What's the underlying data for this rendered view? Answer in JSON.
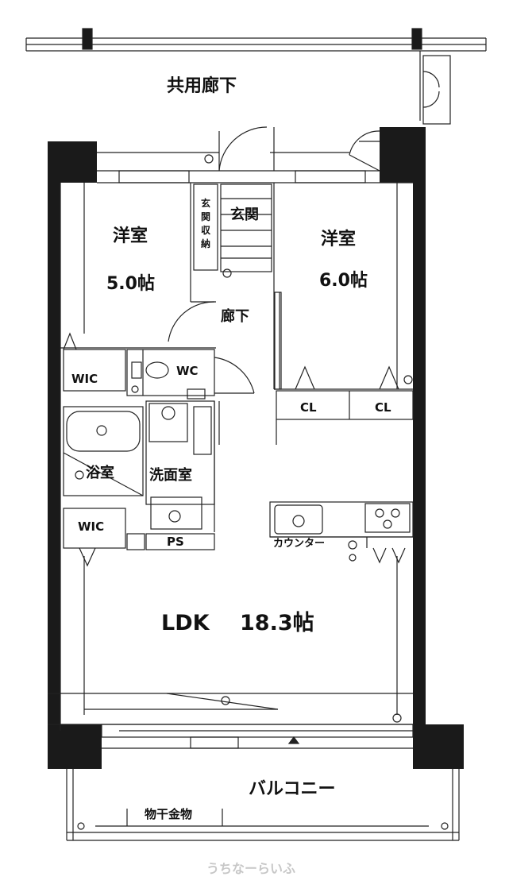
{
  "labels": {
    "common_corridor": "共用廊下",
    "western_room_left": "洋室",
    "western_room_left_size": "5.0帖",
    "western_room_right": "洋室",
    "western_room_right_size": "6.0帖",
    "entrance": "玄関",
    "entrance_storage": "玄関収納",
    "hallway": "廊下",
    "wic_upper": "WIC",
    "wc": "WC",
    "closet_left": "CL",
    "closet_right": "CL",
    "bathroom": "浴室",
    "washroom": "洗面室",
    "wic_lower": "WIC",
    "pipe_space": "PS",
    "counter": "カウンター",
    "ldk": "LDK",
    "ldk_size": "18.3帖",
    "balcony": "バルコニー",
    "drying_hardware": "物干金物"
  },
  "watermark": "うちなーらいふ",
  "colors": {
    "wall": "#1a1a1a",
    "line": "#222222",
    "background": "#ffffff",
    "watermark": "#9a9a9a"
  }
}
